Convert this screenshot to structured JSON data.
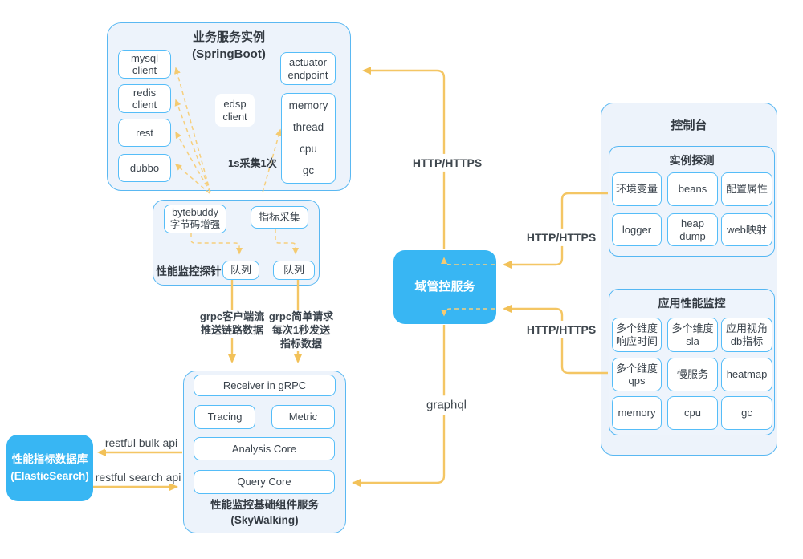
{
  "palette": {
    "accent_blue": "#38b6f3",
    "box_border_blue": "#55b7f3",
    "container_fill": "#edf3fb",
    "arrow_yellow": "#f4c664",
    "dash_yellow": "#f6cf7d",
    "text_dark": "#3a434c"
  },
  "springboot": {
    "title_line1": "业务服务实例",
    "title_line2": "(SpringBoot)",
    "clients": [
      "mysql client",
      "redis client",
      "rest",
      "dubbo"
    ],
    "edsp": "edsp client",
    "actuator": "actuator endpoint",
    "metrics": [
      "memory",
      "thread",
      "cpu",
      "gc"
    ],
    "sample_note": "1s采集1次"
  },
  "probe": {
    "label": "性能监控探针",
    "enhancer": "bytebuddy 字节码增强",
    "collector": "指标采集",
    "queue_left": "队列",
    "queue_right": "队列"
  },
  "skywalking": {
    "receiver": "Receiver in gRPC",
    "tracing": "Tracing",
    "metric": "Metric",
    "analysis": "Analysis Core",
    "query": "Query Core",
    "title_line1": "性能监控基础组件服务",
    "title_line2": "(SkyWalking)"
  },
  "es": {
    "line1": "性能指标数据库",
    "line2": "(ElasticSearch)"
  },
  "domain": {
    "label": "域管控服务"
  },
  "console": {
    "title": "控制台",
    "instance_probe": {
      "title": "实例探测",
      "items": [
        "环境变量",
        "beans",
        "配置属性",
        "logger",
        "heap dump",
        "web映射"
      ]
    },
    "apm": {
      "title": "应用性能监控",
      "items": [
        "多个维度 响应时间",
        "多个维度 sla",
        "应用视角 db指标",
        "多个维度 qps",
        "慢服务",
        "heatmap",
        "memory",
        "cpu",
        "gc"
      ]
    }
  },
  "flow_labels": {
    "http_to_instance": "HTTP/HTTPS",
    "http_console_upper": "HTTP/HTTPS",
    "http_console_lower": "HTTP/HTTPS",
    "graphql": "graphql",
    "restful_bulk": "restful bulk api",
    "restful_search": "restful search api",
    "grpc_stream": "grpc客户端流 推送链路数据",
    "grpc_simple": "grpc简单请求 每次1秒发送 指标数据"
  }
}
